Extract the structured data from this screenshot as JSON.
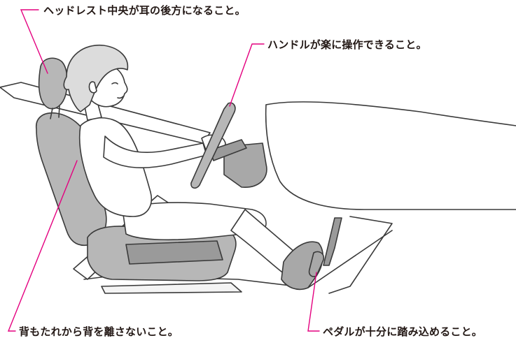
{
  "annotations": {
    "headrest": "ヘッドレスト中央が耳の後方になること。",
    "steering": "ハンドルが楽に操作できること。",
    "backrest": "背もたれから背を離さないこと。",
    "pedal": "ペダルが十分に踏み込めること。"
  },
  "colors": {
    "leader_line": "#e4007f",
    "outline": "#3a3a3a",
    "seat_fill": "#b7b7b7",
    "seat_dark": "#9a9a9a",
    "skin_fill": "#ffffff",
    "hair_fill": "#dcdcdc",
    "shoe_fill": "#a8a8a8",
    "text": "#231815"
  }
}
